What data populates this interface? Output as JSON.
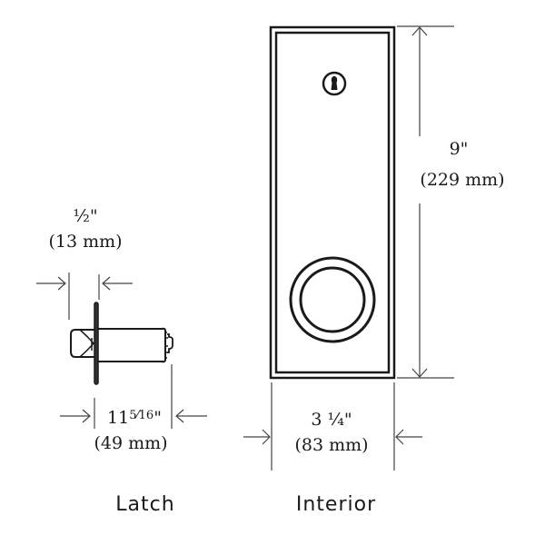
{
  "diagram": {
    "latch": {
      "caption": "Latch",
      "backset_dim": {
        "imperial": "½\"",
        "metric": "(13 mm)"
      },
      "length_dim": {
        "imperial_whole": "11",
        "imperial_frac": "5⁄16",
        "imperial_unit": "\"",
        "metric": "(49 mm)"
      }
    },
    "interior": {
      "caption": "Interior",
      "height_dim": {
        "imperial": "9\"",
        "metric": "(229 mm)"
      },
      "width_dim": {
        "imperial": "3 ¼\"",
        "metric": "(83 mm)"
      },
      "icons": [
        "keyhole-icon",
        "knob-icon"
      ]
    },
    "colors": {
      "line": "#1a1a1a",
      "dim_line": "#444444",
      "background": "#ffffff"
    }
  }
}
